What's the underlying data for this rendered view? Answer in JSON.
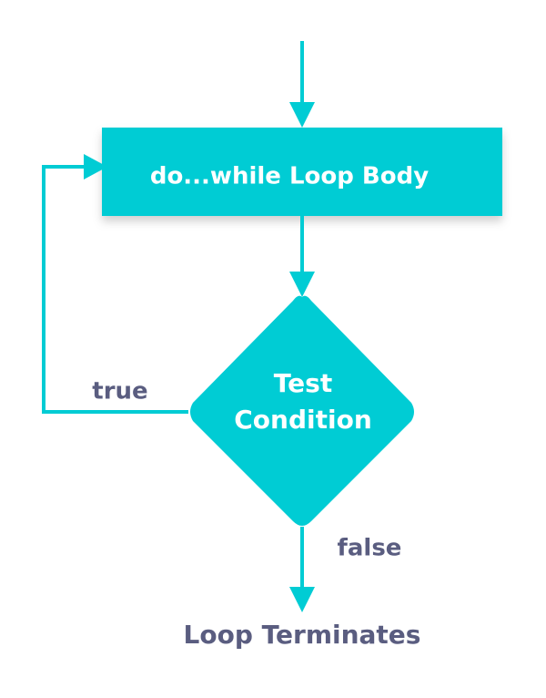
{
  "nodes": {
    "loop_body": {
      "label": "do...while Loop Body"
    },
    "condition": {
      "line1": "Test",
      "line2": "Condition"
    },
    "terminal": {
      "label": "Loop Terminates"
    }
  },
  "edges": {
    "true_label": "true",
    "false_label": "false"
  },
  "colors": {
    "accent": "#00ccd4",
    "text": "#5a5d80",
    "shadow": "#cfd3d8"
  }
}
